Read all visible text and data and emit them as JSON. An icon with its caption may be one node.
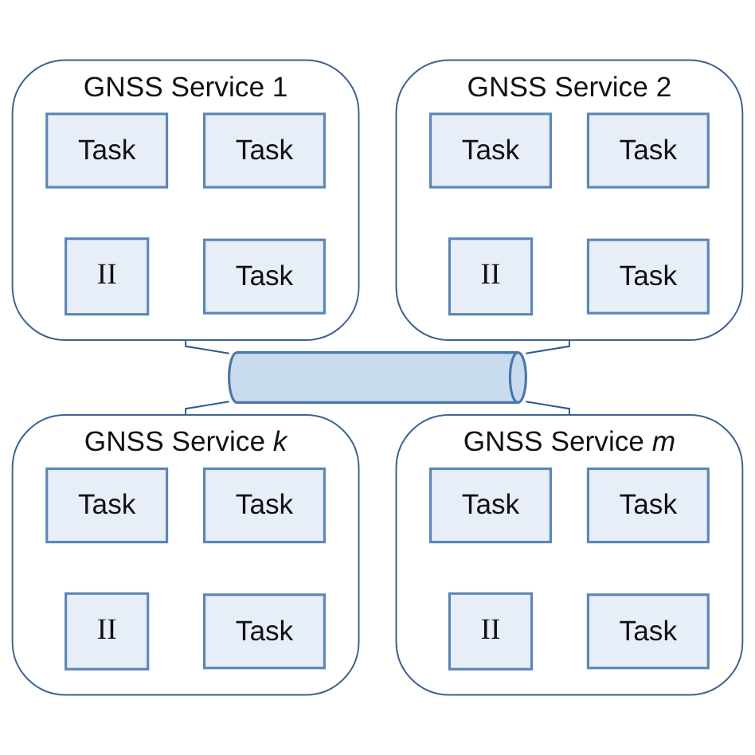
{
  "diagram": {
    "nodes": [
      {
        "text": [
          "GNSS Service 1"
        ]
      },
      {
        "text": [
          "Task"
        ],
        "in": 0
      },
      {
        "text": [
          "Task"
        ],
        "in": 0
      },
      {
        "text": [
          "II"
        ],
        "in": 0
      },
      {
        "text": [
          "Task"
        ],
        "in": 0
      },
      {
        "text": [
          "GNSS Service 2"
        ]
      },
      {
        "text": [
          "Task"
        ],
        "in": 5
      },
      {
        "text": [
          "Task"
        ],
        "in": 5
      },
      {
        "text": [
          "II"
        ],
        "in": 5
      },
      {
        "text": [
          "Task"
        ],
        "in": 5
      },
      {
        "text": [],
        "shape": "cylinder"
      },
      {
        "text": [
          "GNSS Service *k*"
        ]
      },
      {
        "text": [
          "Task"
        ],
        "in": 11
      },
      {
        "text": [
          "Task"
        ],
        "in": 11
      },
      {
        "text": [
          "II"
        ],
        "in": 11
      },
      {
        "text": [
          "Task"
        ],
        "in": 11
      },
      {
        "text": [
          "GNSS Service *m*"
        ]
      },
      {
        "text": [
          "Task"
        ],
        "in": 16
      },
      {
        "text": [
          "Task"
        ],
        "in": 16
      },
      {
        "text": [
          "II"
        ],
        "in": 16
      },
      {
        "text": [
          "Task"
        ],
        "in": 16
      }
    ],
    "edges": [
      {
        "from": 0,
        "to": 10,
        "arrow": "none"
      },
      {
        "from": 5,
        "to": 10,
        "arrow": "none"
      },
      {
        "from": 10,
        "to": 11,
        "arrow": "none"
      },
      {
        "from": 10,
        "to": 16,
        "arrow": "none"
      }
    ]
  }
}
